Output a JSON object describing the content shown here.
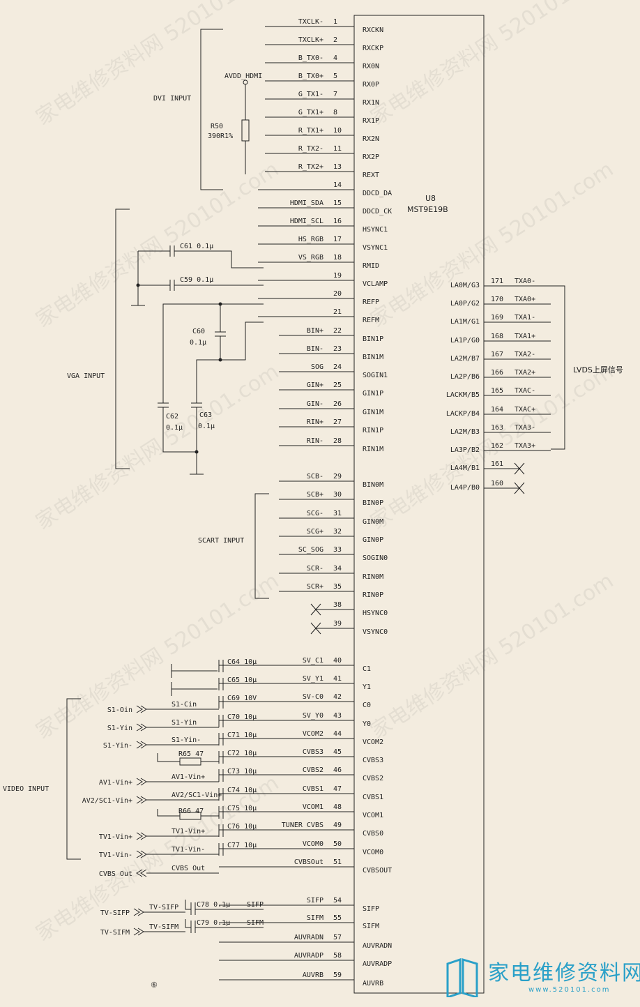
{
  "chip": {
    "ref": "U8",
    "part": "MST9E19B"
  },
  "left_pins": [
    {
      "pin": "1",
      "net": "TXCLK-",
      "name": "RXCKN"
    },
    {
      "pin": "2",
      "net": "TXCLK+",
      "name": "RXCKP"
    },
    {
      "pin": "4",
      "net": "B_TX0-",
      "name": "RX0N"
    },
    {
      "pin": "5",
      "net": "B_TX0+",
      "name": "RX0P"
    },
    {
      "pin": "7",
      "net": "G_TX1-",
      "name": "RX1N"
    },
    {
      "pin": "8",
      "net": "G_TX1+",
      "name": "RX1P"
    },
    {
      "pin": "10",
      "net": "R_TX1+",
      "name": "RX2N"
    },
    {
      "pin": "11",
      "net": "R_TX2-",
      "name": "RX2P"
    },
    {
      "pin": "13",
      "net": "R_TX2+",
      "name": "REXT"
    },
    {
      "pin": "14",
      "net": "",
      "name": "DDCD_DA"
    },
    {
      "pin": "15",
      "net": "HDMI_SDA",
      "name": "DDCD_CK"
    },
    {
      "pin": "16",
      "net": "HDMI_SCL",
      "name": "HSYNC1"
    },
    {
      "pin": "17",
      "net": "HS_RGB",
      "name": "VSYNC1"
    },
    {
      "pin": "18",
      "net": "VS_RGB",
      "name": "RMID"
    },
    {
      "pin": "19",
      "net": "",
      "name": "VCLAMP"
    },
    {
      "pin": "20",
      "net": "",
      "name": "REFP"
    },
    {
      "pin": "21",
      "net": "",
      "name": "REFM"
    },
    {
      "pin": "22",
      "net": "BIN+",
      "name": "BIN1P"
    },
    {
      "pin": "23",
      "net": "BIN-",
      "name": "BIN1M"
    },
    {
      "pin": "24",
      "net": "SOG",
      "name": "SOGIN1"
    },
    {
      "pin": "25",
      "net": "GIN+",
      "name": "GIN1P"
    },
    {
      "pin": "26",
      "net": "GIN-",
      "name": "GIN1M"
    },
    {
      "pin": "27",
      "net": "RIN+",
      "name": "RIN1P"
    },
    {
      "pin": "28",
      "net": "RIN-",
      "name": "RIN1M"
    },
    {
      "pin": "29",
      "net": "SCB-",
      "name": "BIN0M"
    },
    {
      "pin": "30",
      "net": "SCB+",
      "name": "BIN0P"
    },
    {
      "pin": "31",
      "net": "SCG-",
      "name": "GIN0M"
    },
    {
      "pin": "32",
      "net": "SCG+",
      "name": "GIN0P"
    },
    {
      "pin": "33",
      "net": "SC_SOG",
      "name": "SOGIN0"
    },
    {
      "pin": "34",
      "net": "SCR-",
      "name": "RIN0M"
    },
    {
      "pin": "35",
      "net": "SCR+",
      "name": "RIN0P"
    },
    {
      "pin": "38",
      "net": "",
      "name": "HSYNC0"
    },
    {
      "pin": "39",
      "net": "",
      "name": "VSYNC0"
    },
    {
      "pin": "40",
      "net": "SV_C1",
      "name": "C1"
    },
    {
      "pin": "41",
      "net": "SV_Y1",
      "name": "Y1"
    },
    {
      "pin": "42",
      "net": "SV-C0",
      "name": "C0"
    },
    {
      "pin": "43",
      "net": "SV_Y0",
      "name": "Y0"
    },
    {
      "pin": "44",
      "net": "VCOM2",
      "name": "VCOM2"
    },
    {
      "pin": "45",
      "net": "CVBS3",
      "name": "CVBS3"
    },
    {
      "pin": "46",
      "net": "CVBS2",
      "name": "CVBS2"
    },
    {
      "pin": "47",
      "net": "CVBS1",
      "name": "CVBS1"
    },
    {
      "pin": "48",
      "net": "VCOM1",
      "name": "VCOM1"
    },
    {
      "pin": "49",
      "net": "TUNER CVBS",
      "name": "CVBS0"
    },
    {
      "pin": "50",
      "net": "VCOM0",
      "name": "VCOM0"
    },
    {
      "pin": "51",
      "net": "CVBSOut",
      "name": "CVBSOUT"
    },
    {
      "pin": "54",
      "net": "SIFP",
      "name": "SIFP"
    },
    {
      "pin": "55",
      "net": "SIFM",
      "name": "SIFM"
    },
    {
      "pin": "57",
      "net": "AUVRADN",
      "name": "AUVRADN"
    },
    {
      "pin": "58",
      "net": "AUVRADP",
      "name": "AUVRADP"
    },
    {
      "pin": "59",
      "net": "AUVRB",
      "name": "AUVRB"
    }
  ],
  "right_pins": [
    {
      "pin": "171",
      "net": "TXA0-",
      "name": "LA0M/G3"
    },
    {
      "pin": "170",
      "net": "TXA0+",
      "name": "LA0P/G2"
    },
    {
      "pin": "169",
      "net": "TXA1-",
      "name": "LA1M/G1"
    },
    {
      "pin": "168",
      "net": "TXA1+",
      "name": "LA1P/G0"
    },
    {
      "pin": "167",
      "net": "TXA2-",
      "name": "LA2M/B7"
    },
    {
      "pin": "166",
      "net": "TXA2+",
      "name": "LA2P/B6"
    },
    {
      "pin": "165",
      "net": "TXAC-",
      "name": "LACKM/B5"
    },
    {
      "pin": "164",
      "net": "TXAC+",
      "name": "LACKP/B4"
    },
    {
      "pin": "163",
      "net": "TXA3-",
      "name": "LA2M/B3"
    },
    {
      "pin": "162",
      "net": "TXA3+",
      "name": "LA3P/B2"
    },
    {
      "pin": "161",
      "net": "",
      "name": "LA4M/B1"
    },
    {
      "pin": "160",
      "net": "",
      "name": "LA4P/B0"
    }
  ],
  "groups": {
    "dvi": "DVI INPUT",
    "vga": "VGA INPUT",
    "scart": "SCART INPUT",
    "video": "VIDEO INPUT",
    "lvds": "LVDS上屏信号"
  },
  "components": {
    "avdd": "AVDD_HDMI",
    "r50_ref": "R50",
    "r50_val": "390R1%",
    "c61": "C61 0.1μ",
    "c59": "C59 0.1μ",
    "c60_ref": "C60",
    "c60_val": "0.1μ",
    "c62_ref": "C62",
    "c62_val": "0.1μ",
    "c63_ref": "C63",
    "c63_val": "0.1μ",
    "c64": "C64 10μ",
    "c65": "C65 10μ",
    "c69": "C69 10V",
    "c70": "C70 10μ",
    "c71": "C71 10μ",
    "c72": "C72 10μ",
    "c73": "C73 10μ",
    "c74": "C74 10μ",
    "c75": "C75 10μ",
    "c76": "C76 10μ",
    "c77": "C77 10μ",
    "c78": "C78 0.1μ",
    "c79": "C79 0.1μ",
    "r65": "R65 47",
    "r66": "R66 47"
  },
  "video_inputs": [
    {
      "label": "S1-Oin",
      "net": "S1-Cin"
    },
    {
      "label": "S1-Yin",
      "net": "S1-Yin"
    },
    {
      "label": "S1-Yin-",
      "net": "S1-Yin-"
    },
    {
      "label": "AV1-Vin+",
      "net": "AV1-Vin+"
    },
    {
      "label": "AV2/SC1-Vin+",
      "net": "AV2/SC1-Vin+"
    },
    {
      "label": "TV1-Vin+",
      "net": "TV1-Vin+"
    },
    {
      "label": "TV1-Vin-",
      "net": "TV1-Vin-"
    },
    {
      "label": "CVBS Out",
      "net": "CVBS Out"
    },
    {
      "label": "TV-SIFP",
      "net": "TV-SIFP"
    },
    {
      "label": "TV-SIFM",
      "net": "TV-SIFM"
    }
  ],
  "sif_nets": {
    "sifp": "SIFP",
    "sifm": "SIFM"
  },
  "page_number": "⑥",
  "watermark": "家电维修资料网 520101.com",
  "logo": {
    "text": "家电维修资料网",
    "url": "www.520101.com"
  }
}
